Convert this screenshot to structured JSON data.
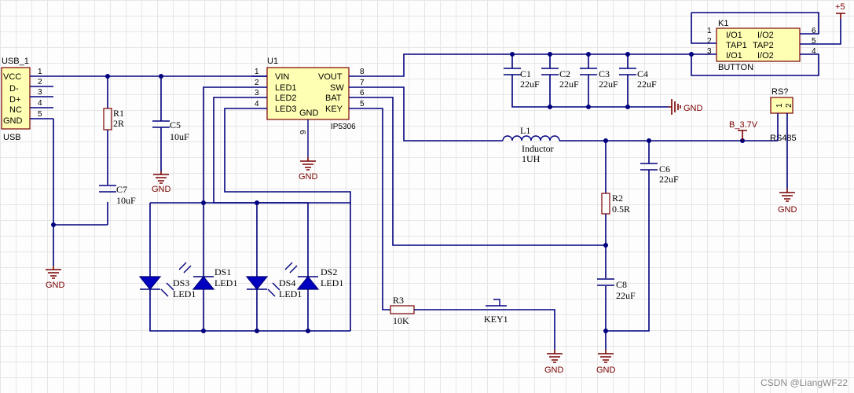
{
  "usb": {
    "ref": "USB_1",
    "name": "USB",
    "pins": [
      "VCC",
      "D-",
      "D+",
      "NC",
      "GND"
    ],
    "nums": [
      "1",
      "2",
      "3",
      "4",
      "5"
    ]
  },
  "u1": {
    "ref": "U1",
    "part": "IP5306",
    "left": [
      "VIN",
      "LED1",
      "LED2",
      "LED3"
    ],
    "left_nums": [
      "1",
      "2",
      "3",
      "4"
    ],
    "right": [
      "VOUT",
      "SW",
      "BAT",
      "KEY"
    ],
    "right_nums": [
      "8",
      "7",
      "6",
      "5"
    ],
    "gnd": "GND",
    "gnd_num": "9"
  },
  "k1": {
    "ref": "K1",
    "name": "BUTTON",
    "left": [
      "I/O1",
      "TAP1",
      "I/O1"
    ],
    "left_nums": [
      "1",
      "2",
      "3"
    ],
    "right": [
      "I/O2",
      "TAP2",
      "I/O2"
    ],
    "right_nums": [
      "6",
      "5",
      "4"
    ]
  },
  "rs": {
    "ref": "RS?",
    "name": "RS485",
    "pins": [
      "1",
      "2"
    ]
  },
  "parts": {
    "r1": {
      "ref": "R1",
      "val": "2R"
    },
    "r2": {
      "ref": "R2",
      "val": "0.5R"
    },
    "r3": {
      "ref": "R3",
      "val": "10K"
    },
    "c1": {
      "ref": "C1",
      "val": "22uF"
    },
    "c2": {
      "ref": "C2",
      "val": "22uF"
    },
    "c3": {
      "ref": "C3",
      "val": "22uF"
    },
    "c4": {
      "ref": "C4",
      "val": "22uF"
    },
    "c5": {
      "ref": "C5",
      "val": "10uF"
    },
    "c6": {
      "ref": "C6",
      "val": "22uF"
    },
    "c7": {
      "ref": "C7",
      "val": "10uF"
    },
    "c8": {
      "ref": "C8",
      "val": "22uF"
    },
    "l1": {
      "ref": "L1",
      "val": "Inductor",
      "val2": "1UH"
    },
    "key1": {
      "ref": "KEY1"
    },
    "ds1": {
      "ref": "DS1",
      "val": "LED1"
    },
    "ds2": {
      "ref": "DS2",
      "val": "LED1"
    },
    "ds3": {
      "ref": "DS3",
      "val": "LED1"
    },
    "ds4": {
      "ref": "DS4",
      "val": "LED1"
    }
  },
  "nets": {
    "gnd": "GND",
    "plus5": "+5",
    "b37": "B_3.7V"
  },
  "watermark": "CSDN @LiangWF22"
}
